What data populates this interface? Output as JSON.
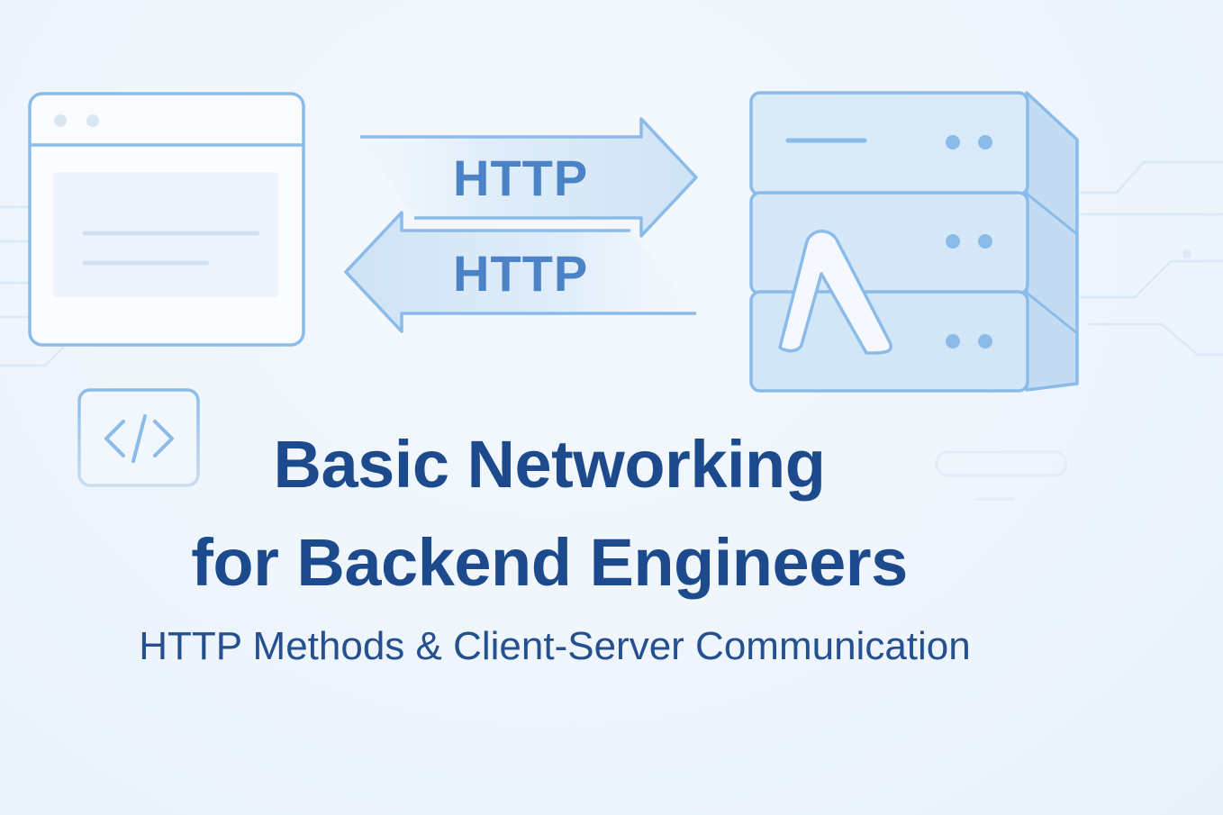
{
  "title": {
    "line1": "Basic Networking",
    "line2": "for Backend Engineers"
  },
  "subtitle": "HTTP Methods & Client-Server Communication",
  "arrows": {
    "request_label": "HTTP",
    "response_label": "HTTP"
  },
  "icons": {
    "client": "browser-window-icon",
    "server": "server-stack-icon",
    "server_logo": "lambda-icon",
    "code": "code-brackets-icon"
  },
  "colors": {
    "title": "#1d4a8c",
    "subtitle": "#24508f",
    "accent": "#4b83c6",
    "outline": "#8bbbe8",
    "fill": "#d6e8f8"
  }
}
